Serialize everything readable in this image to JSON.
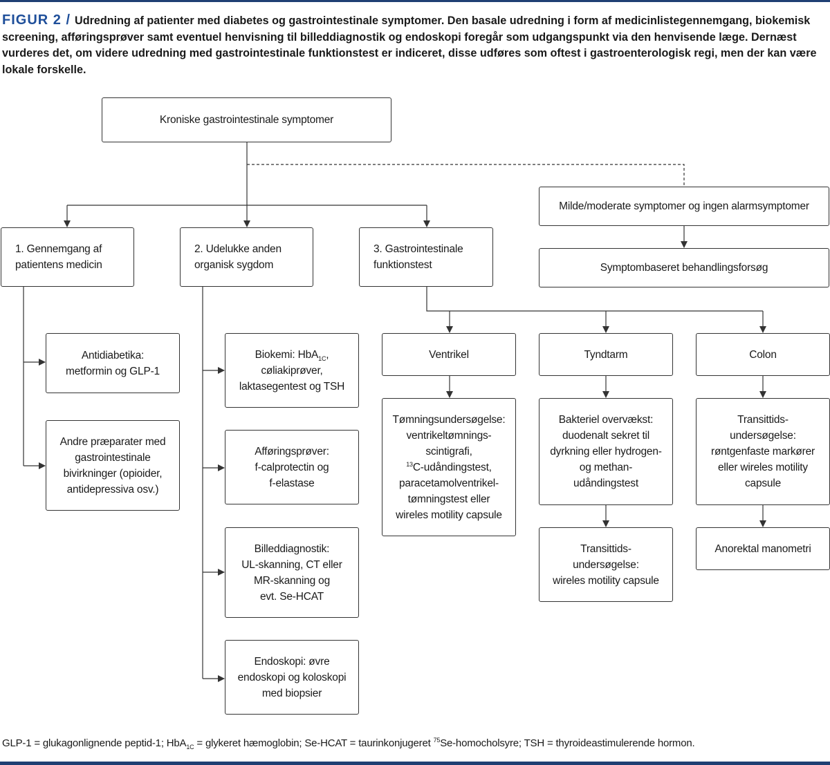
{
  "caption": {
    "label": "FIGUR 2 /",
    "text": "Udredning af patienter med diabetes og gastrointestinale symptomer. Den basale udredning i form af medicinlistegennemgang, biokemisk screening, afføringsprøver samt eventuel henvisning til billeddiagnostik og endoskopi foregår som udgangspunkt via den henvisende læge. Dernæst vurderes det, om videre udredning med gastrointestinale funktionstest er indiceret, disse udføres som oftest i gastroenterologisk regi, men der kan være lokale forskelle."
  },
  "nodes": {
    "root": "Kroniske gastrointestinale symptomer",
    "mild": "Milde/moderate symptomer og ingen alarmsymptomer",
    "symptom_trial": "Symptombaseret behandlingsforsøg",
    "step1": "1. Gennemgang af\n   patientens medicin",
    "step2": "2. Udelukke anden\n   organisk sygdom",
    "step3": "3. Gastrointestinale\n   funktionstest",
    "antidiabetika": "Antidiabetika:\nmetformin og GLP-1",
    "andre": "Andre præparater med\ngastrointestinale\nbivirkninger (opioider,\nantidepressiva osv.)",
    "biokemi_pre": "Biokemi: HbA",
    "biokemi_sub": "1C",
    "biokemi_post": ",\ncøliakiprøver,\nlaktasegentest og TSH",
    "afforing": "Afføringsprøver:\nf-calprotectin og\nf-elastase",
    "billed": "Billeddiagnostik:\nUL-skanning, CT eller\nMR-skanning og\nevt. Se-HCAT",
    "endoskopi": "Endoskopi: øvre\nendoskopi og koloskopi\nmed biopsier",
    "ventrikel": "Ventrikel",
    "tyndtarm": "Tyndtarm",
    "colon": "Colon",
    "tomning_pre": "Tømningsundersøgelse:\nventrikeltømnings-\nscintigrafi,\n",
    "tomning_sup": "13",
    "tomning_post": "C-udåndingstest,\nparacetamolventrikel-\ntømningstest eller\nwireles motility capsule",
    "bakteriel": "Bakteriel overvækst:\nduodenalt sekret til\ndyrkning eller hydrogen-\nog methan-\nudåndingstest",
    "transit_colon": "Transittids-\nundersøgelse:\nrøntgenfaste markører\neller wireles motility\ncapsule",
    "transit_tyndtarm": "Transittids-\nundersøgelse:\nwireles motility capsule",
    "anorektal": "Anorektal manometri"
  },
  "footnote": {
    "part1": "GLP-1 = glukagonlignende peptid-1; HbA",
    "sub1": "1C",
    "part2": " = glykeret hæmoglobin; Se-HCAT = taurinkonjugeret ",
    "sup1": "75",
    "part3": "Se-homocholsyre; TSH = thyroideastimulerende hormon."
  },
  "colors": {
    "accent": "#1f4f9a",
    "rule": "#1f3f73",
    "line": "#333333"
  }
}
